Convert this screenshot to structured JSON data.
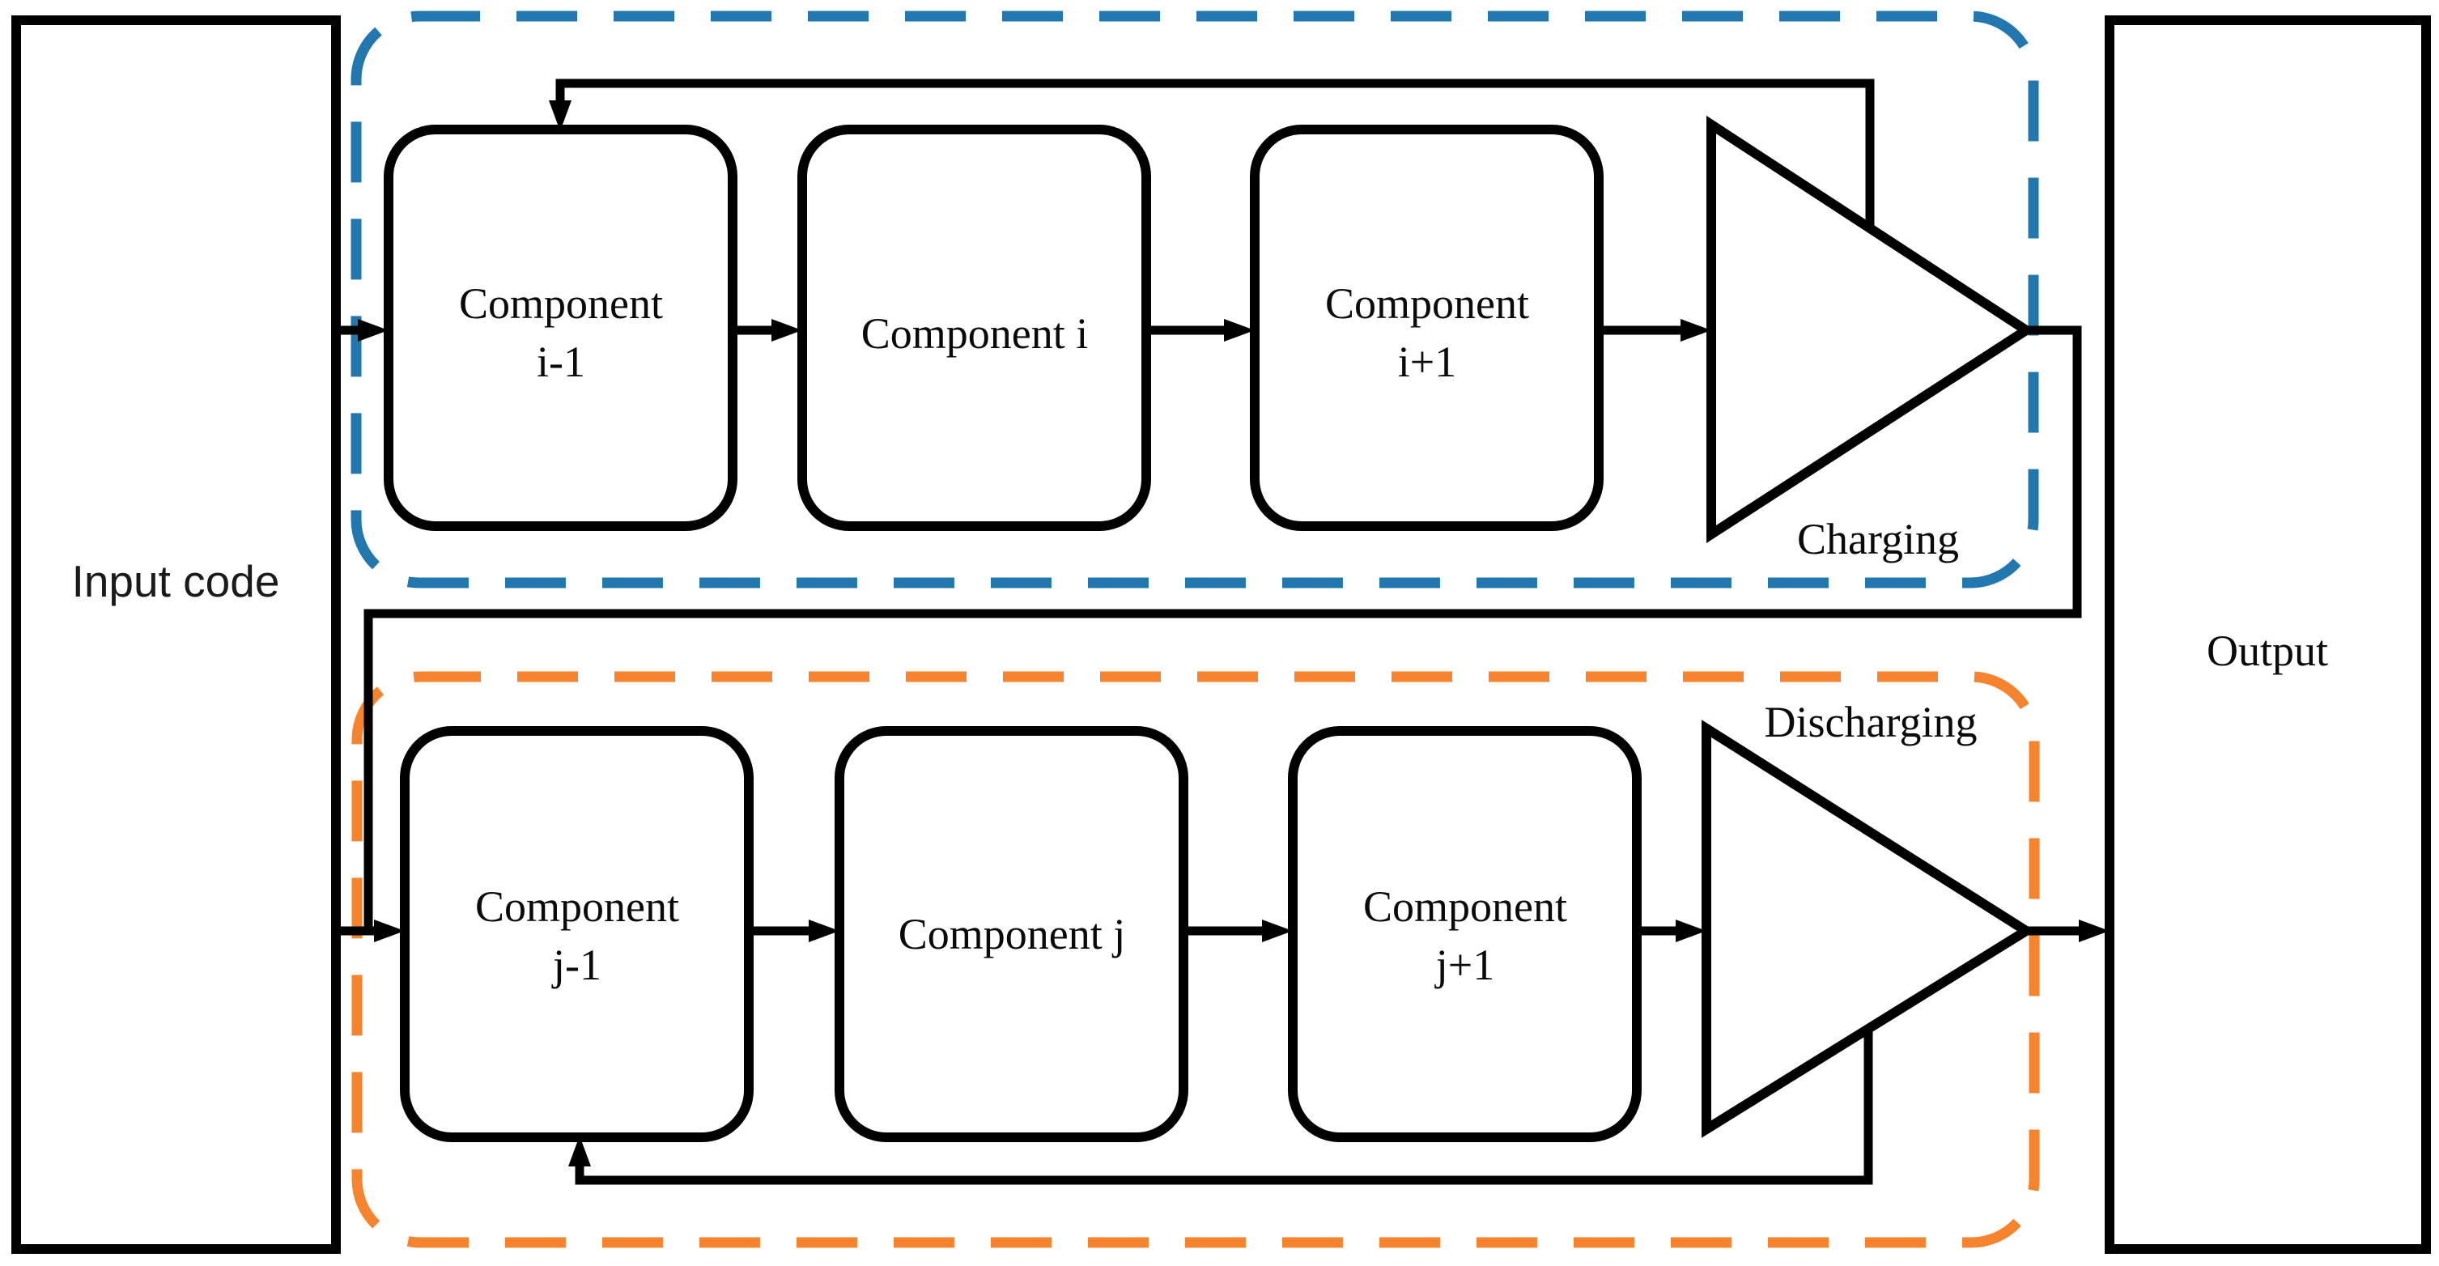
{
  "diagram": {
    "background_color": "#ffffff",
    "line_color": "#000000",
    "input": {
      "label": "Input code"
    },
    "output": {
      "label": "Output"
    },
    "charging": {
      "label": "Charging",
      "color": "#2277AE",
      "components": [
        {
          "lines": [
            "Component",
            "i-1"
          ]
        },
        {
          "lines": [
            "Component i"
          ]
        },
        {
          "lines": [
            "Component",
            "i+1"
          ]
        }
      ]
    },
    "discharging": {
      "label": "Discharging",
      "color": "#F6832D",
      "components": [
        {
          "lines": [
            "Component",
            "j-1"
          ]
        },
        {
          "lines": [
            "Component j"
          ]
        },
        {
          "lines": [
            "Component",
            "j+1"
          ]
        }
      ]
    }
  }
}
